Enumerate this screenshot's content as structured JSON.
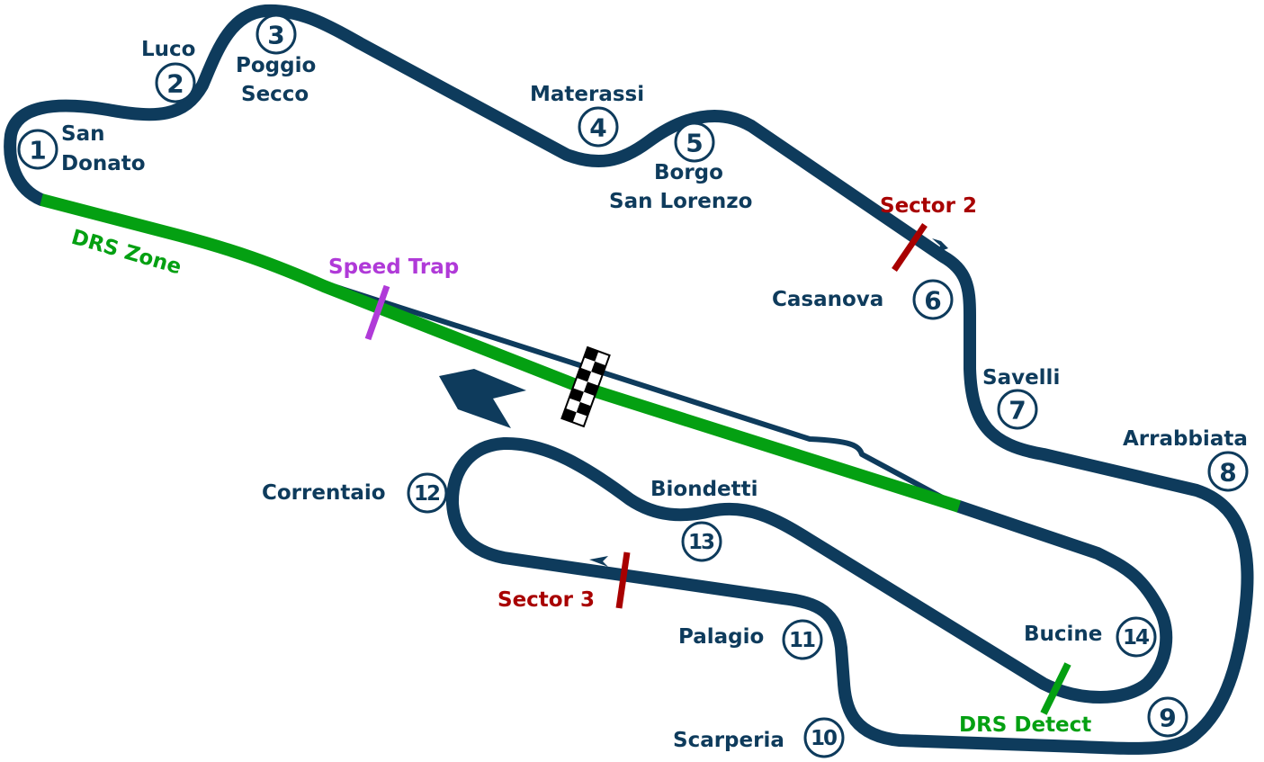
{
  "map": {
    "title": "Mugello Circuit",
    "colors": {
      "track": "#0e3b5c",
      "drs": "#04a012",
      "sector": "#a80000",
      "speed_trap": "#b03ad8",
      "background": "#ffffff"
    },
    "corners": [
      {
        "number": "1",
        "name_lines": [
          "San",
          "Donato"
        ]
      },
      {
        "number": "2",
        "name_lines": [
          "Luco"
        ]
      },
      {
        "number": "3",
        "name_lines": [
          "Poggio",
          "Secco"
        ]
      },
      {
        "number": "4",
        "name_lines": [
          "Materassi"
        ]
      },
      {
        "number": "5",
        "name_lines": [
          "Borgo",
          "San Lorenzo"
        ]
      },
      {
        "number": "6",
        "name_lines": [
          "Casanova"
        ]
      },
      {
        "number": "7",
        "name_lines": [
          "Savelli"
        ]
      },
      {
        "number": "8",
        "name_lines": [
          "Arrabbiata"
        ]
      },
      {
        "number": "9",
        "name_lines": []
      },
      {
        "number": "10",
        "name_lines": [
          "Scarperia"
        ]
      },
      {
        "number": "11",
        "name_lines": [
          "Palagio"
        ]
      },
      {
        "number": "12",
        "name_lines": [
          "Correntaio"
        ]
      },
      {
        "number": "13",
        "name_lines": [
          "Biondetti"
        ]
      },
      {
        "number": "14",
        "name_lines": [
          "Bucine"
        ]
      }
    ],
    "markers": {
      "sector2": "Sector 2",
      "sector3": "Sector 3",
      "speed_trap": "Speed Trap",
      "drs_zone": "DRS Zone",
      "drs_detect": "DRS Detect"
    },
    "icons": {
      "start_finish": "checkered-flag-icon",
      "direction": "direction-arrow-icon"
    }
  }
}
